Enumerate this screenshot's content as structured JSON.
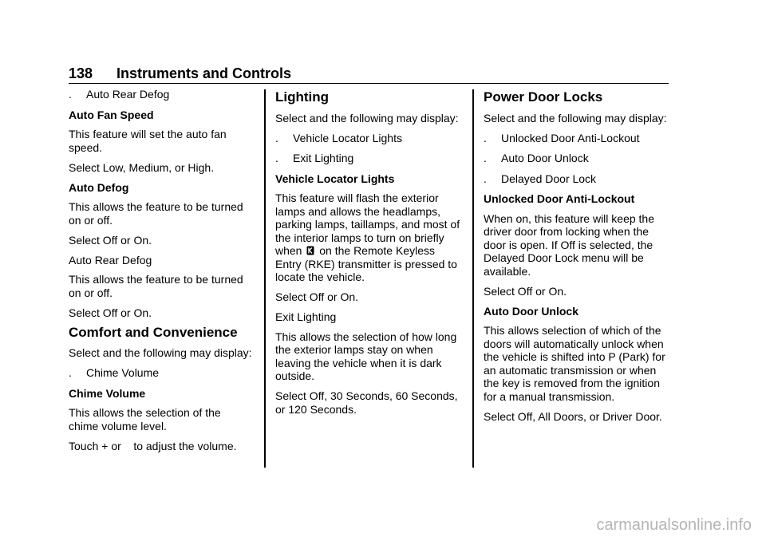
{
  "header": {
    "page_number": "138",
    "chapter_title": "Instruments and Controls"
  },
  "col1": {
    "bullet_auto_rear_defog": "Auto Rear Defog",
    "auto_fan_speed": {
      "heading": "Auto Fan Speed",
      "text1": "This feature will set the auto fan speed.",
      "text2": "Select Low, Medium, or High."
    },
    "auto_defog": {
      "heading": "Auto Defog",
      "text1": "This allows the feature to be turned on or off.",
      "text2": "Select Off or On."
    },
    "auto_rear_defog": {
      "heading": "Auto Rear Defog",
      "text1": "This allows the feature to be turned on or off.",
      "text2": "Select Off or On."
    },
    "comfort": {
      "section_title": "Comfort and Convenience",
      "intro": "Select and the following may display:",
      "bullet_chime_volume": "Chime Volume"
    },
    "chime_volume": {
      "heading": "Chime Volume",
      "text1": "This allows the selection of the chime volume level.",
      "text2": "Touch + or    to adjust the volume."
    }
  },
  "col2": {
    "lighting": {
      "section_title": "Lighting",
      "intro": "Select and the following may display:",
      "bullets": [
        "Vehicle Locator Lights",
        "Exit Lighting"
      ]
    },
    "vehicle_locator": {
      "heading": "Vehicle Locator Lights",
      "text1_before": "This feature will flash the exterior lamps and allows the headlamps, parking lamps, taillamps, and most of the interior lamps to turn on briefly when",
      "text1_after": "on the Remote Keyless Entry (RKE) transmitter is pressed to locate the vehicle.",
      "text2": "Select Off or On."
    },
    "exit_lighting": {
      "heading": "Exit Lighting",
      "text1": "This allows the selection of how long the exterior lamps stay on when leaving the vehicle when it is dark outside.",
      "text2": "Select Off, 30 Seconds, 60 Seconds, or 120 Seconds."
    }
  },
  "col3": {
    "power_door_locks": {
      "section_title": "Power Door Locks",
      "intro": "Select and the following may display:",
      "bullets": [
        "Unlocked Door Anti-Lockout",
        "Auto Door Unlock",
        "Delayed Door Lock"
      ]
    },
    "anti_lockout": {
      "heading": "Unlocked Door Anti-Lockout",
      "text1": "When on, this feature will keep the driver door from locking when the door is open. If Off is selected, the Delayed Door Lock menu will be available.",
      "text2": "Select Off or On."
    },
    "auto_door_unlock": {
      "heading": "Auto Door Unlock",
      "text1": "This allows selection of which of the doors will automatically unlock when the vehicle is shifted into P (Park) for an automatic transmission or when the key is removed from the ignition for a manual transmission.",
      "text2": "Select Off, All Doors, or Driver Door."
    }
  },
  "bullet_glyph": ".",
  "watermark": "carmanualsonline.info",
  "icons": {
    "key_fob": "key-fob-icon"
  }
}
